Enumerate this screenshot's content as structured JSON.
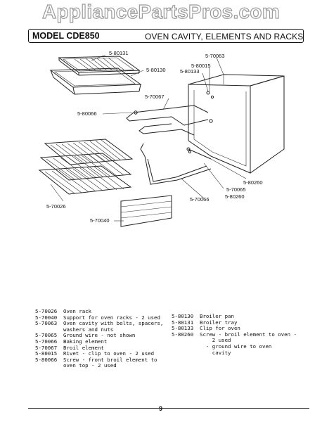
{
  "watermark": "AppliancePartsPros.com",
  "header": {
    "model": "MODEL CDE850",
    "section": "OVEN CAVITY, ELEMENTS AND RACKS"
  },
  "callouts": [
    {
      "id": "c1",
      "text": "5-80131"
    },
    {
      "id": "c2",
      "text": "5-80130"
    },
    {
      "id": "c3",
      "text": "5-70063"
    },
    {
      "id": "c4",
      "text": "5-80015"
    },
    {
      "id": "c5",
      "text": "5-80133"
    },
    {
      "id": "c6",
      "text": "5-70067"
    },
    {
      "id": "c7",
      "text": "5-80066"
    },
    {
      "id": "c8",
      "text": "5-80260"
    },
    {
      "id": "c9",
      "text": "5-70065"
    },
    {
      "id": "c10",
      "text": "5-80260"
    },
    {
      "id": "c11",
      "text": "5-70066"
    },
    {
      "id": "c12",
      "text": "5-70026"
    },
    {
      "id": "c13",
      "text": "5-70040"
    }
  ],
  "parts_left": [
    {
      "code": "5-70026",
      "desc": "Oven rack",
      "cont": []
    },
    {
      "code": "5-70040",
      "desc": "Support for oven racks - 2 used",
      "cont": []
    },
    {
      "code": "5-70063",
      "desc": "Oven cavity with bolts, spacers,",
      "cont": [
        "washers and nuts"
      ]
    },
    {
      "code": "5-70065",
      "desc": "Ground wire - not shown",
      "cont": []
    },
    {
      "code": "5-70066",
      "desc": "Baking element",
      "cont": []
    },
    {
      "code": "5-70067",
      "desc": "Broil element",
      "cont": []
    },
    {
      "code": "5-80015",
      "desc": "Rivet - clip to oven - 2 used",
      "cont": []
    },
    {
      "code": "5-80066",
      "desc": "Screw - front broil element to",
      "cont": [
        "oven top - 2 used"
      ]
    }
  ],
  "parts_right": [
    {
      "code": "5-80130",
      "desc": "Broiler pan",
      "cont": []
    },
    {
      "code": "5-80131",
      "desc": "Broiler tray",
      "cont": []
    },
    {
      "code": "5-80133",
      "desc": "Clip for oven",
      "cont": []
    },
    {
      "code": "5-80260",
      "desc": "Screw - broil element to oven -",
      "cont": [
        "    2 used",
        "  - ground wire to oven",
        "    cavity"
      ]
    }
  ],
  "page_number": "9"
}
